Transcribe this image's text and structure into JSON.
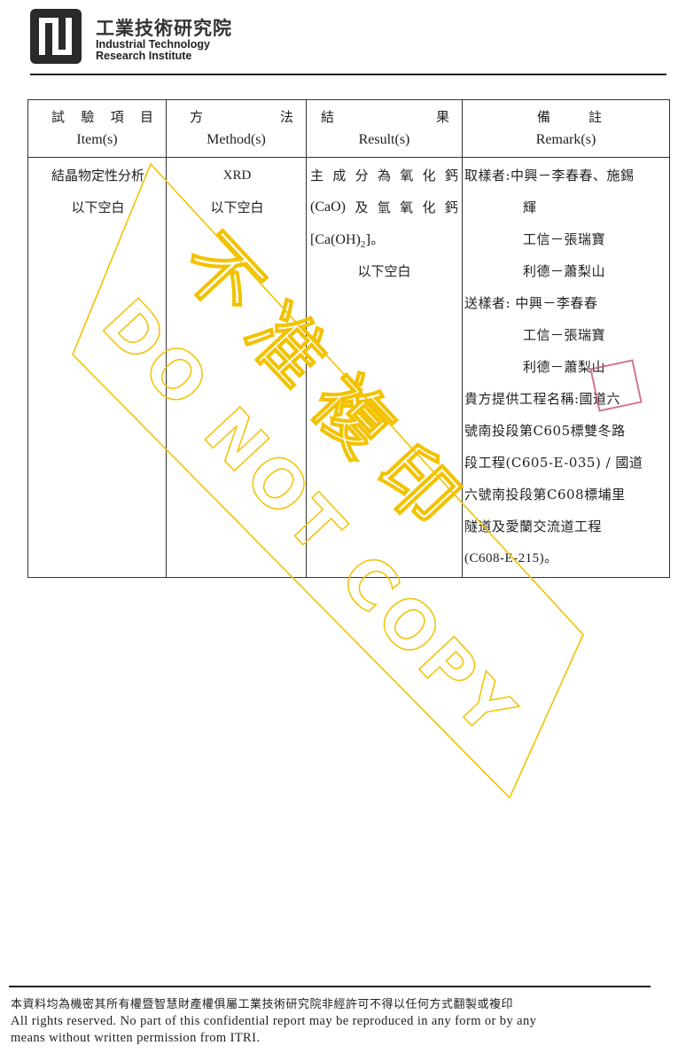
{
  "org": {
    "name_zh": "工業技術研究院",
    "name_en_line1": "Industrial Technology",
    "name_en_line2": "Research Institute"
  },
  "table": {
    "headers": [
      {
        "zh": [
          "試",
          "驗",
          "項",
          "目"
        ],
        "en": "Item(s)"
      },
      {
        "zh": [
          "方",
          "法"
        ],
        "en": "Method(s)"
      },
      {
        "zh": [
          "結",
          "果"
        ],
        "en": "Result(s)"
      },
      {
        "zh": [
          "備",
          "註"
        ],
        "en": "Remark(s)"
      }
    ],
    "item": [
      "結晶物定性分析",
      "以下空白"
    ],
    "method": [
      "XRD",
      "以下空白"
    ],
    "result": {
      "line1": [
        "主",
        "成",
        "分",
        "為",
        "氧",
        "化",
        "鈣"
      ],
      "line2_a": "(CaO)",
      "line2_b": [
        "及",
        "氫",
        "氧",
        "化",
        "鈣"
      ],
      "line3_a": "[Ca(OH)",
      "line3_sub": "2",
      "line3_b": "]。",
      "line4": "以下空白"
    },
    "remark": [
      "取樣者:中興－李春春、施錫",
      "輝",
      "工信－張瑞寶",
      "利德－蕭梨山",
      "送樣者: 中興－李春春",
      "工信－張瑞寶",
      "利德－蕭梨山",
      "貴方提供工程名稱:國道六",
      "號南投段第C605標雙冬路",
      "段工程(C605-E-035) / 國道",
      "六號南投段第C608標埔里",
      "隧道及愛蘭交流道工程",
      "(C608-E-215)。"
    ]
  },
  "watermark": {
    "zh": "不准複印",
    "en": "DO NOT COPY",
    "color": "#f2c200"
  },
  "footer": {
    "zh": "本資料均為機密其所有權暨智慧財產權俱屬工業技術研究院非經許可不得以任何方式翻製或複印",
    "en_line1": "All rights reserved. No part of this confidential report may be reproduced in any form or by any",
    "en_line2": "means without written permission from ITRI."
  }
}
